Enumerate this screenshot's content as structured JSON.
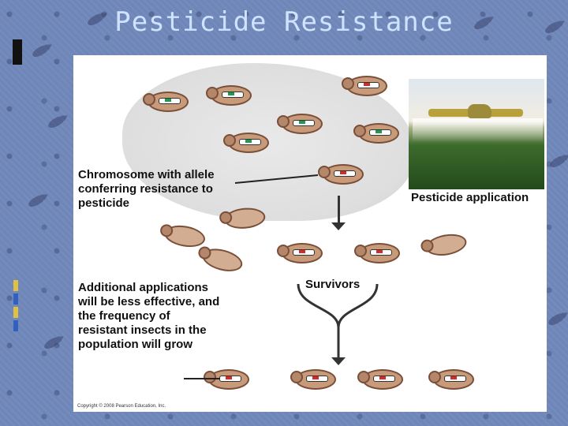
{
  "title": "Pesticide Resistance",
  "labels": {
    "chromosome": "Chromosome with allele conferring resistance to pesticide",
    "pesticide": "Pesticide application",
    "survivors": "Survivors",
    "additional": "Additional applications will be less effective, and the frequency of resistant insects in the population will grow",
    "copyright": "Copyright © 2008 Pearson Education, Inc."
  },
  "colors": {
    "slide_bg": "#6f86b8",
    "title": "#cfe3ff",
    "resistant_allele": "#d42a2a",
    "susceptible_allele": "#1f9a4a"
  }
}
